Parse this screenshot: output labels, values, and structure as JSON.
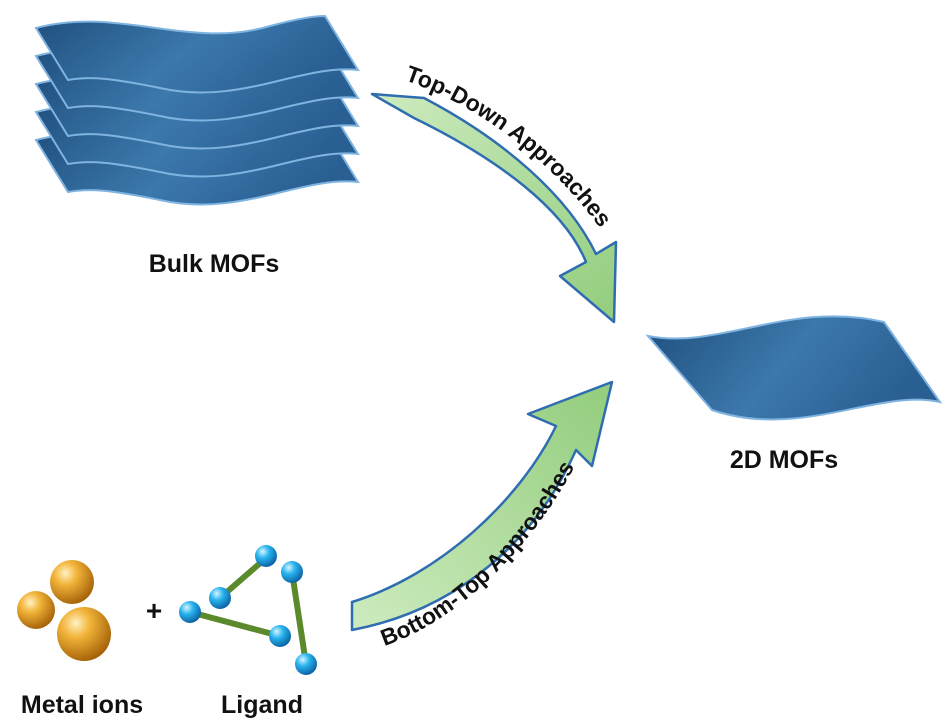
{
  "labels": {
    "bulk": "Bulk MOFs",
    "two_d": "2D MOFs",
    "metal": "Metal ions",
    "ligand": "Ligand",
    "plus": "+"
  },
  "arrows": {
    "top_down": "Top-Down Approaches",
    "bottom_top": "Bottom-Top Approaches"
  },
  "colors": {
    "sheet_dark": "#1f4f7e",
    "sheet_mid": "#3c78ac",
    "sheet_edge": "#7fb3e0",
    "arrow_fill": "#a9d898",
    "arrow_edge": "#2f6db0",
    "metal": "#e89a1c",
    "ligand_node": "#1ea8e6",
    "ligand_bond": "#5b8a2c"
  }
}
